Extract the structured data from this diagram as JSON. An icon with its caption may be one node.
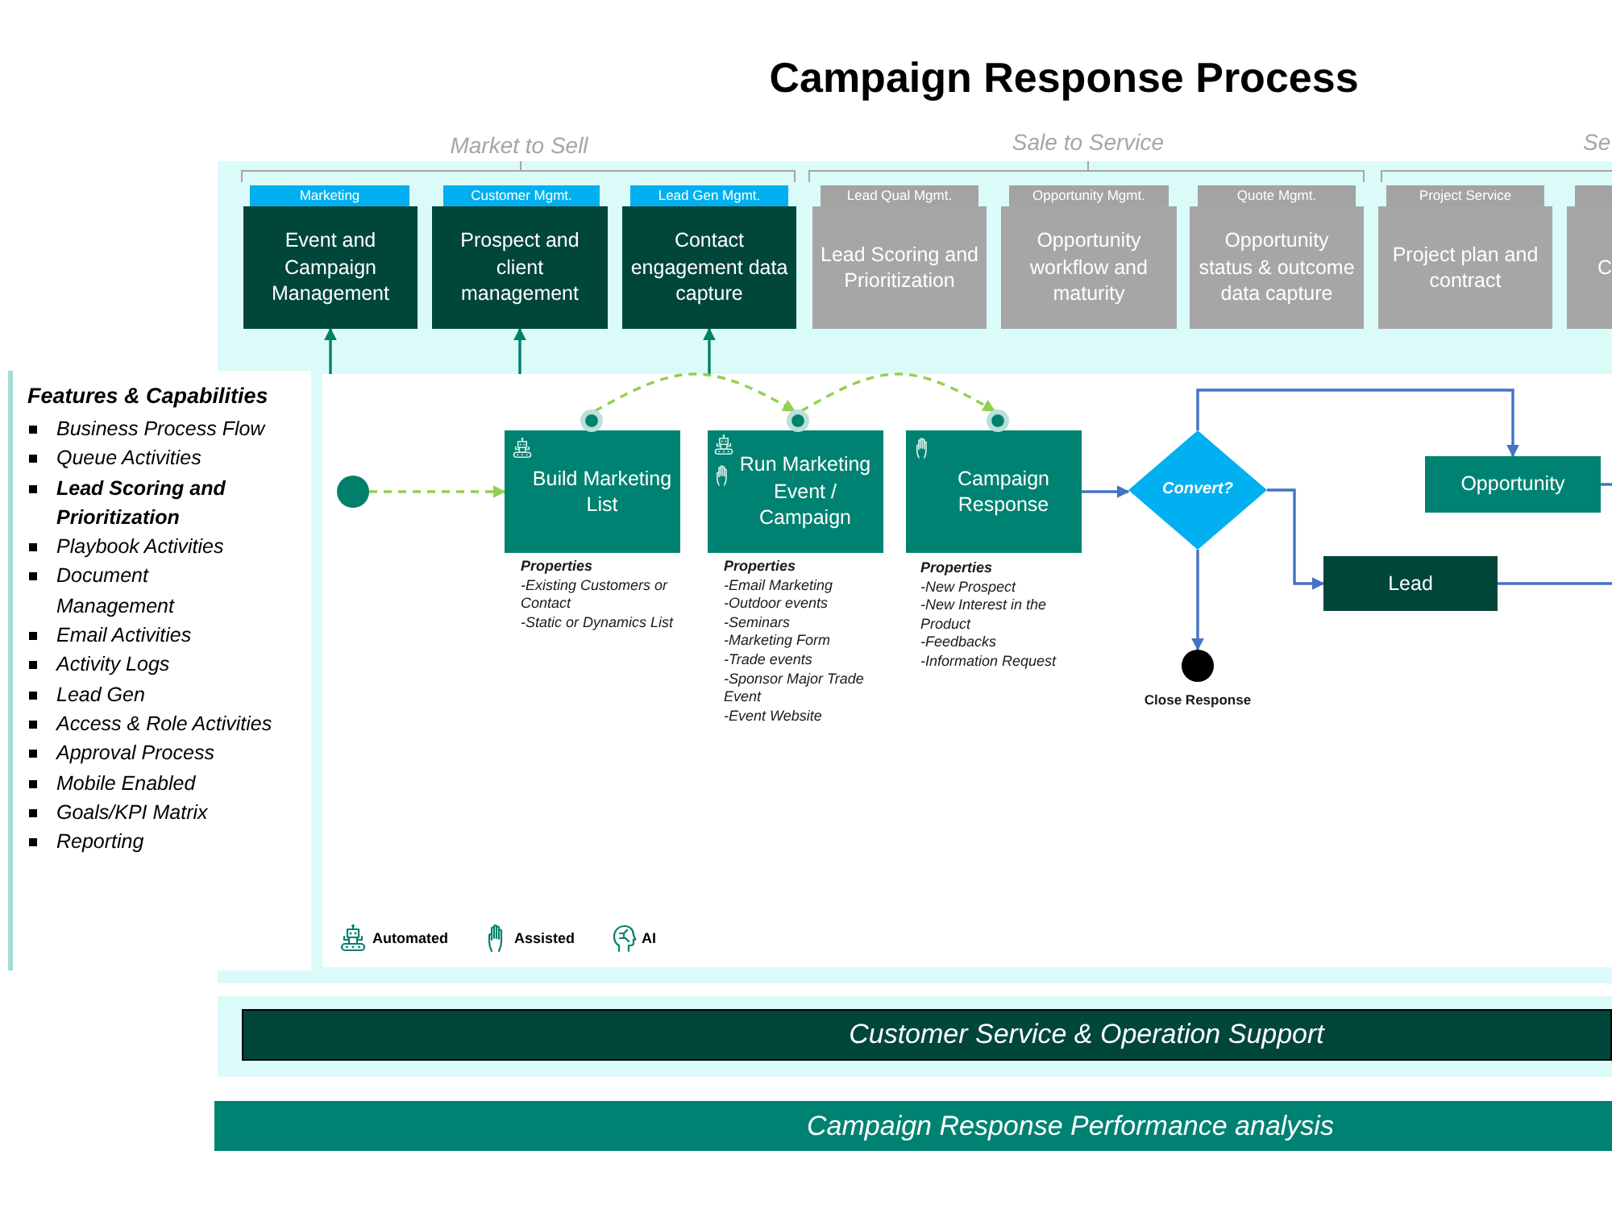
{
  "diagram": {
    "title": "Campaign Response Process",
    "nodes": [
      {
        "text": [
          "Marketing",
          "Event and Campaign Management"
        ]
      },
      {
        "text": [
          "Customer Mgmt.",
          "Prospect and client management"
        ]
      },
      {
        "text": [
          "Lead Gen Mgmt.",
          "Contact engagement data capture"
        ]
      },
      {
        "text": [
          "Lead Qual Mgmt.",
          "Lead Scoring and Prioritization"
        ]
      },
      {
        "text": [
          "Opportunity Mgmt.",
          "Opportunity workflow and maturity"
        ]
      },
      {
        "text": [
          "Quote Mgmt.",
          "Opportunity status & outcome data capture"
        ]
      },
      {
        "text": [
          "Project Service",
          "Project plan and contract"
        ]
      },
      {
        "text": [
          "C"
        ]
      },
      {
        "text": [
          "Features & Capabilities",
          "Business Process Flow",
          "Queue Activities",
          "Lead Scoring and Prioritization",
          "Playbook Activities",
          "Document Management",
          "Email Activities",
          "Activity Logs",
          "Lead Gen",
          "Access & Role Activities",
          "Approval Process",
          "Mobile Enabled",
          "Goals/KPI Matrix",
          "Reporting"
        ]
      },
      {
        "text": [],
        "shape": "box"
      },
      {
        "text": [],
        "shape": "circle",
        "in": 9
      },
      {
        "text": [
          "Build Marketing List"
        ],
        "in": 9,
        "beside": [
          "Properties",
          "-Existing Customers or Contact",
          "-Static or Dynamics List"
        ]
      },
      {
        "text": [
          "Run Marketing Event / Campaign"
        ],
        "in": 9,
        "beside": [
          "Properties",
          "-Email Marketing",
          "-Outdoor events",
          "-Seminars",
          "-Marketing Form",
          "-Trade events",
          "-Sponsor Major Trade Event",
          "-Event Website"
        ]
      },
      {
        "text": [
          "Campaign Response"
        ],
        "in": 9,
        "beside": [
          "Properties",
          "-New Prospect",
          "-New Interest in the Product",
          "-Feedbacks",
          "-Information Request"
        ]
      },
      {
        "text": [],
        "shape": "circle",
        "in": 9
      },
      {
        "text": [],
        "shape": "circle",
        "in": 9
      },
      {
        "text": [],
        "shape": "circle",
        "in": 9
      },
      {
        "text": [
          "Convert?"
        ],
        "in": 9
      },
      {
        "text": [
          "Opportunity"
        ],
        "in": 9
      },
      {
        "text": [
          "Lead"
        ],
        "in": 9
      },
      {
        "text": [],
        "shape": "circle",
        "in": 9,
        "beside": [
          "Close Response"
        ]
      },
      {
        "text": [
          "Customer Service & Operation Support"
        ]
      },
      {
        "text": [
          "Campaign Response Performance analysis"
        ]
      }
    ],
    "edges": [
      {
        "from": 9,
        "to": 0,
        "arrow": "to",
        "color": "#00806b"
      },
      {
        "from": 9,
        "to": 1,
        "arrow": "to",
        "color": "#00806b"
      },
      {
        "from": 9,
        "to": 2,
        "arrow": "to",
        "color": "#00806b"
      },
      {
        "from": 10,
        "to": 11,
        "arrow": "to",
        "style": "dashed",
        "color": "#92d050"
      },
      {
        "from": 14,
        "to": 15,
        "arrow": "to",
        "style": "dashed",
        "color": "#92d050"
      },
      {
        "from": 15,
        "to": 16,
        "arrow": "to",
        "style": "dashed",
        "color": "#92d050"
      },
      {
        "from": 13,
        "to": 17,
        "arrow": "to"
      },
      {
        "from": 17,
        "to": 18,
        "arrow": "to"
      },
      {
        "from": 17,
        "to": 19,
        "arrow": "to"
      },
      {
        "from": 17,
        "to": 20,
        "arrow": "to"
      },
      {
        "from": 18,
        "to": null,
        "arrow": "none"
      },
      {
        "from": 19,
        "to": null,
        "arrow": "none"
      }
    ],
    "labels": [
      "Market to Sell",
      "Sale to Service",
      "Se"
    ],
    "legend": [
      {
        "text": "Automated"
      },
      {
        "text": "Assisted"
      },
      {
        "text": "AI"
      }
    ]
  }
}
